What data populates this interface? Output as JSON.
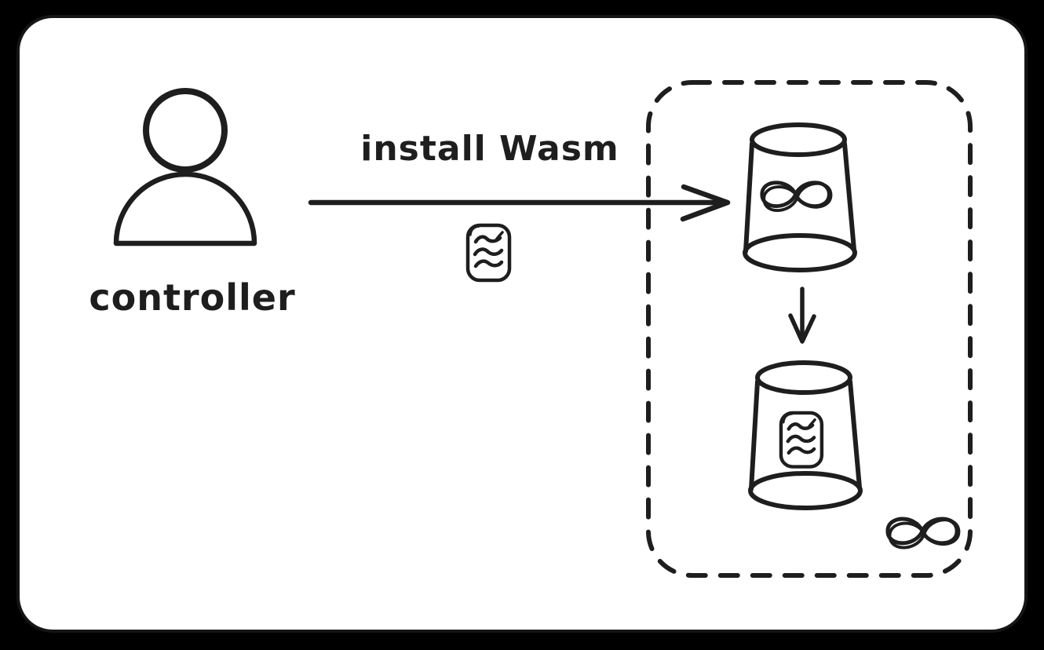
{
  "theme": {
    "outer_background": "#000000",
    "canvas_background": "#ffffff",
    "ink_color": "#1e1e1e"
  },
  "diagram": {
    "actor": {
      "label": "controller",
      "icon": "person-icon"
    },
    "install_edge": {
      "label": "install Wasm",
      "icon": "arrow-right-icon",
      "payload_icon": "wasm-module-icon"
    },
    "cluster": {
      "border_style": "dashed-rounded-box",
      "top_node": {
        "icon": "bucket-icon",
        "content_icon": "infinity-icon"
      },
      "connector_icon": "arrow-down-icon",
      "bottom_node": {
        "icon": "bucket-icon",
        "content_icon": "wasm-module-icon"
      },
      "corner_badge_icon": "infinity-icon"
    }
  }
}
